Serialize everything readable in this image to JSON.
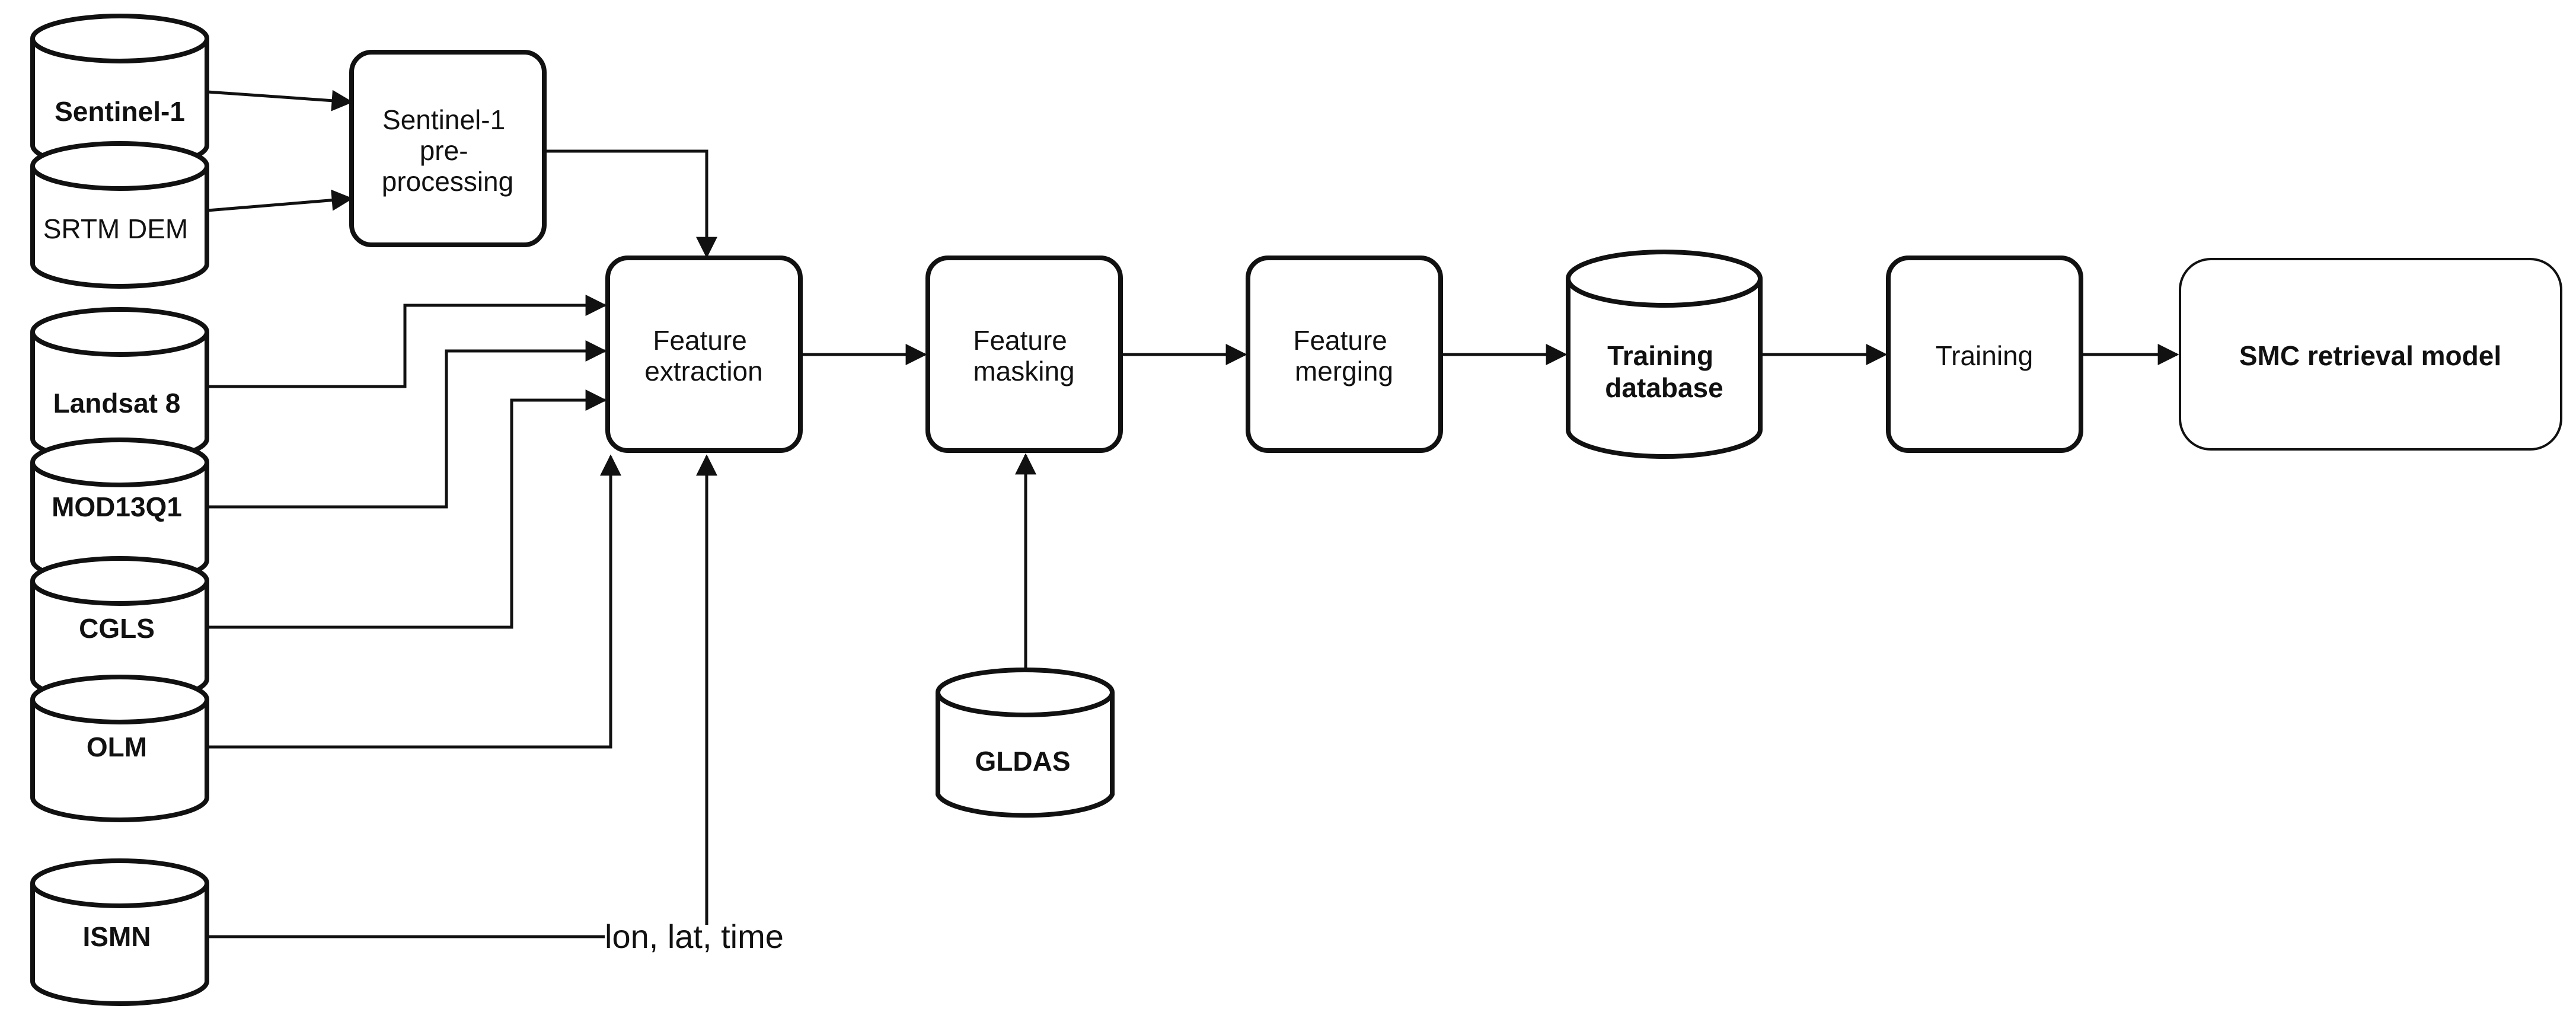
{
  "nodes": {
    "sentinel1": "Sentinel-1",
    "srtm_dem": "SRTM DEM",
    "landsat8": "Landsat 8",
    "mod13q1": "MOD13Q1",
    "cgls": "CGLS",
    "olm": "OLM",
    "ismn": "ISMN",
    "s1_preproc": [
      "Sentinel-1",
      "pre-",
      "processing"
    ],
    "feature_extraction": [
      "Feature",
      "extraction"
    ],
    "feature_masking": [
      "Feature",
      "masking"
    ],
    "feature_merging": [
      "Feature",
      "merging"
    ],
    "training_database": [
      "Training",
      "database"
    ],
    "training": "Training",
    "smc_model": "SMC retrieval model",
    "gldas": "GLDAS"
  },
  "edge_labels": {
    "ismn_to_extraction": "lon, lat, time"
  }
}
